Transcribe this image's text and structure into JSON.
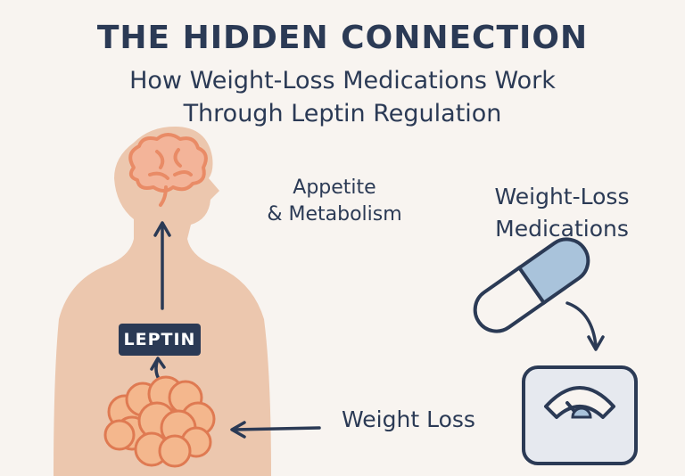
{
  "title": "THE HIDDEN CONNECTION",
  "subtitle_line1": "How Weight-Loss Medications Work",
  "subtitle_line2": "Through Leptin Regulation",
  "labels": {
    "appetite_line1": "Appetite",
    "appetite_line2": "& Metabolism",
    "leptin": "LEPTIN",
    "meds_line1": "Weight-Loss",
    "meds_line2": "Medications",
    "weight_loss": "Weight Loss"
  },
  "colors": {
    "navy": "#2b3a55",
    "skin": "#ecc7ae",
    "brain": "#e98b66",
    "fat_fill": "#f4b78d",
    "fat_stroke": "#df7a52",
    "pill_blue": "#a9c3db",
    "scale_fill": "#e6e9ef",
    "background": "#f8f4f0"
  },
  "icons": [
    "body-silhouette",
    "brain-icon",
    "fat-cells-icon",
    "pill-icon",
    "scale-icon",
    "arrow-icon"
  ]
}
